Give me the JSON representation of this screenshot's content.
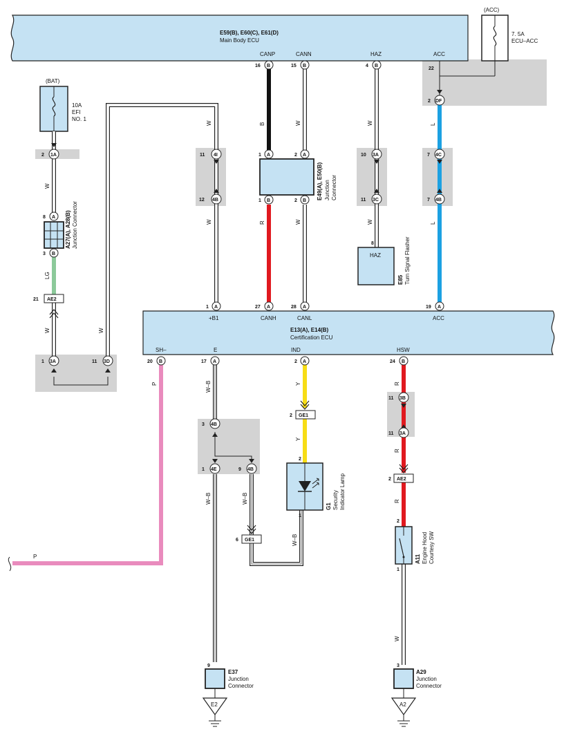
{
  "colors": {
    "ecu_fill": "#c5e2f3",
    "shade": "#d3d3d3",
    "black": "#111111",
    "red": "#e0191f",
    "blue": "#1ca1e2",
    "green": "#8cc99a",
    "yellow": "#f7dd16",
    "pink": "#e98bbd",
    "white": "#ffffff"
  },
  "main_body_ecu": {
    "code": "E59(B), E60(C), E61(D)",
    "name": "Main Body ECU",
    "pins": [
      {
        "num": "16",
        "conn": "B",
        "label": "CANP"
      },
      {
        "num": "15",
        "conn": "B",
        "label": "CANN"
      },
      {
        "num": "4",
        "conn": "B",
        "label": "HAZ"
      },
      {
        "num": "",
        "conn": "",
        "label": "ACC"
      }
    ]
  },
  "acc_fuse": {
    "source": "(ACC)",
    "rating": "7. 5A",
    "name": "ECU–ACC",
    "pin_22": "22",
    "pin_df_num": "2",
    "pin_df": "DF"
  },
  "bat_fuse": {
    "source": "(BAT)",
    "rating": "10A",
    "name1": "EFI",
    "name2": "NO. 1"
  },
  "certification_ecu": {
    "code": "E13(A), E14(B)",
    "name": "Certification ECU",
    "top_pins": [
      {
        "num": "1",
        "conn": "A",
        "label": "+B1"
      },
      {
        "num": "27",
        "conn": "A",
        "label": "CANH"
      },
      {
        "num": "28",
        "conn": "A",
        "label": "CANL"
      },
      {
        "num": "19",
        "conn": "A",
        "label": "ACC"
      }
    ],
    "bottom_pins": [
      {
        "num": "20",
        "conn": "B",
        "label": "SH–"
      },
      {
        "num": "17",
        "conn": "A",
        "label": "E"
      },
      {
        "num": "2",
        "conn": "A",
        "label": "IND"
      },
      {
        "num": "24",
        "conn": "B",
        "label": "HSW"
      }
    ]
  },
  "jc_e49": {
    "code": "E49(A), E50(B)",
    "line1": "Junction",
    "line2": "Connector"
  },
  "jc_a27": {
    "code": "A27(A), A28(B)",
    "line1": "Junction Connector"
  },
  "flasher": {
    "box": "HAZ",
    "code": "E85",
    "name": "Turn Signal Flasher",
    "pin": "8"
  },
  "lamp": {
    "code": "G1",
    "line1": "Security",
    "line2": "Indicator Lamp",
    "pin_top": "2",
    "pin_bottom": "1"
  },
  "hood_sw": {
    "code": "A11",
    "line1": "Engine Hood",
    "line2": "Courtesy SW",
    "pin_top": "2",
    "pin_bottom": "1"
  },
  "e37": {
    "code": "E37",
    "line1": "Junction",
    "line2": "Connector",
    "pin": "9",
    "ground": "E2"
  },
  "a29": {
    "code": "A29",
    "line1": "Junction",
    "line2": "Connector",
    "pin": "3",
    "ground": "A2"
  },
  "connectors": {
    "c_1a": {
      "num": "2",
      "code": "1A"
    },
    "c_a27a": {
      "num": "8",
      "code": "A"
    },
    "c_a27b": {
      "num": "3",
      "code": "B"
    },
    "c_ae2_left": {
      "num": "21",
      "code": "AE2"
    },
    "c_3a_left": {
      "num": "1",
      "code": "3A"
    },
    "c_3d": {
      "num": "11",
      "code": "3D"
    },
    "c_4i": {
      "num": "11",
      "code": "4I"
    },
    "c_4b_top": {
      "num": "12",
      "code": "4B"
    },
    "c_e49a1": {
      "num": "1",
      "code": "A"
    },
    "c_e49a2": {
      "num": "2",
      "code": "A"
    },
    "c_e50b1": {
      "num": "1",
      "code": "B"
    },
    "c_e50b2": {
      "num": "2",
      "code": "B"
    },
    "c_3a_haz": {
      "num": "10",
      "code": "3A"
    },
    "c_3c": {
      "num": "11",
      "code": "3C"
    },
    "c_4c": {
      "num": "7",
      "code": "4C"
    },
    "c_4b_acc": {
      "num": "7",
      "code": "4B"
    },
    "c_4b_e": {
      "num": "3",
      "code": "4B"
    },
    "c_4e": {
      "num": "1",
      "code": "4E"
    },
    "c_4b_9": {
      "num": "9",
      "code": "4B"
    },
    "c_ge1_top": {
      "num": "2",
      "code": "GE1"
    },
    "c_ge1_6": {
      "num": "6",
      "code": "GE1"
    },
    "c_3b": {
      "num": "11",
      "code": "3B"
    },
    "c_3a_hsw": {
      "num": "11",
      "code": "3A"
    },
    "c_ae2_right": {
      "num": "2",
      "code": "AE2"
    }
  },
  "wire_labels": {
    "canp": "B",
    "cann": "W",
    "haz": "W",
    "acc": "L",
    "b1_top": "W",
    "b1_mid": "W",
    "canh": "R",
    "canl": "W",
    "haz_low": "W",
    "acc_low": "L",
    "bat_1": "W",
    "bat_lg": "LG",
    "bat_3": "W",
    "loop_w": "W",
    "sh": "P",
    "sh_bottom": "P",
    "e_1": "W–B",
    "e_2": "W–B",
    "e_3": "W–B",
    "e_4": "W–B",
    "ind_1": "Y",
    "ind_2": "Y",
    "hsw_1": "R",
    "hsw_2": "R",
    "hsw_3": "R",
    "hsw_4": "W"
  }
}
